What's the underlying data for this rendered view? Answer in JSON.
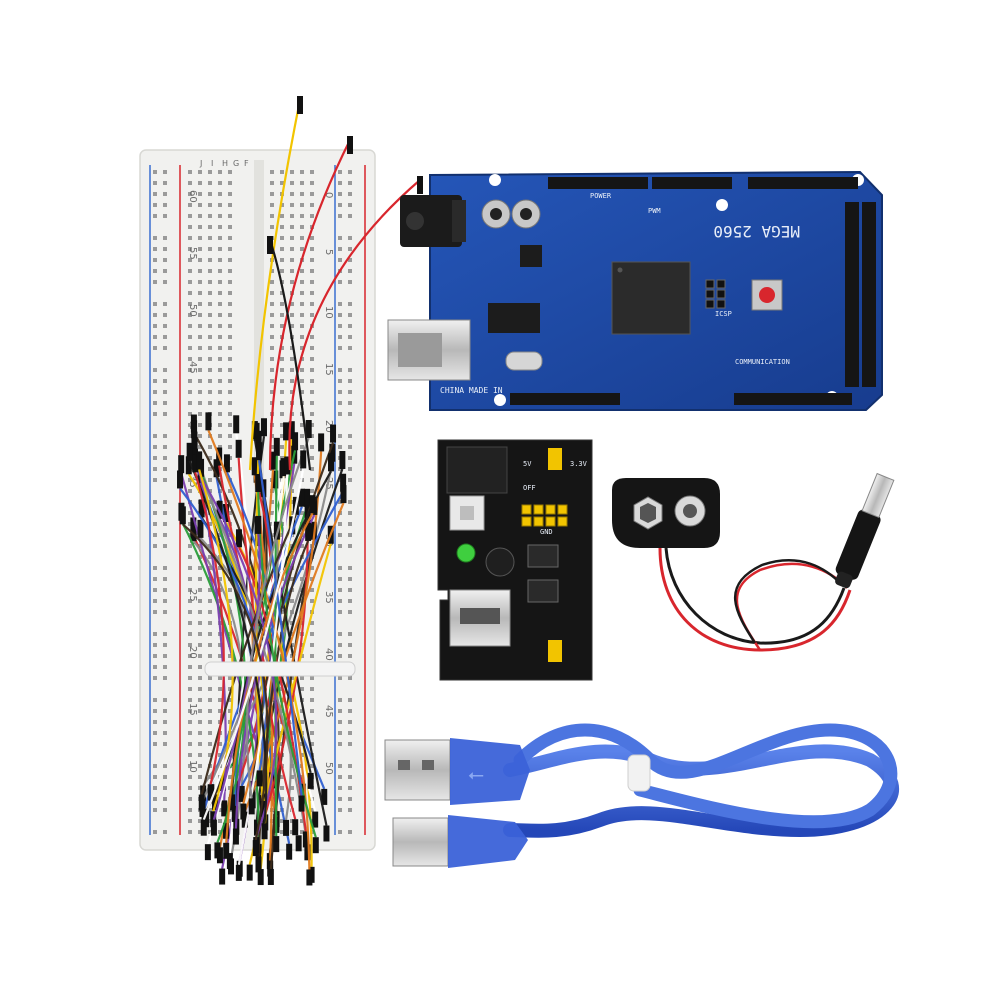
{
  "breadboard": {
    "row_numbers_left": [
      "60",
      "55",
      "50",
      "45",
      "40",
      "35",
      "30",
      "25",
      "20",
      "15",
      "10"
    ],
    "row_numbers_right": [
      "0",
      "5",
      "10",
      "15",
      "20",
      "25",
      "30",
      "35",
      "40",
      "45",
      "50"
    ],
    "column_letters": [
      "J",
      "I",
      "H",
      "G",
      "F"
    ]
  },
  "mega_board": {
    "model_label": "MEGA 2560",
    "logo_label": "CHINA MADE IN",
    "icsp_label": "ICSP",
    "digital_label": "COMMUNICATION",
    "pwm_label": "PWM",
    "power_label": "POWER"
  },
  "power_module": {
    "labels": [
      "5V",
      "3.3V",
      "OFF",
      "GND"
    ]
  },
  "colors": {
    "pcb_blue": "#1f4aa8",
    "breadboard": "#f1f1ef",
    "usb_cable": "#3a63d6",
    "wire_red": "#d8262d",
    "wire_black": "#1a1a1a",
    "jumper_yellow": "#f2c400"
  }
}
